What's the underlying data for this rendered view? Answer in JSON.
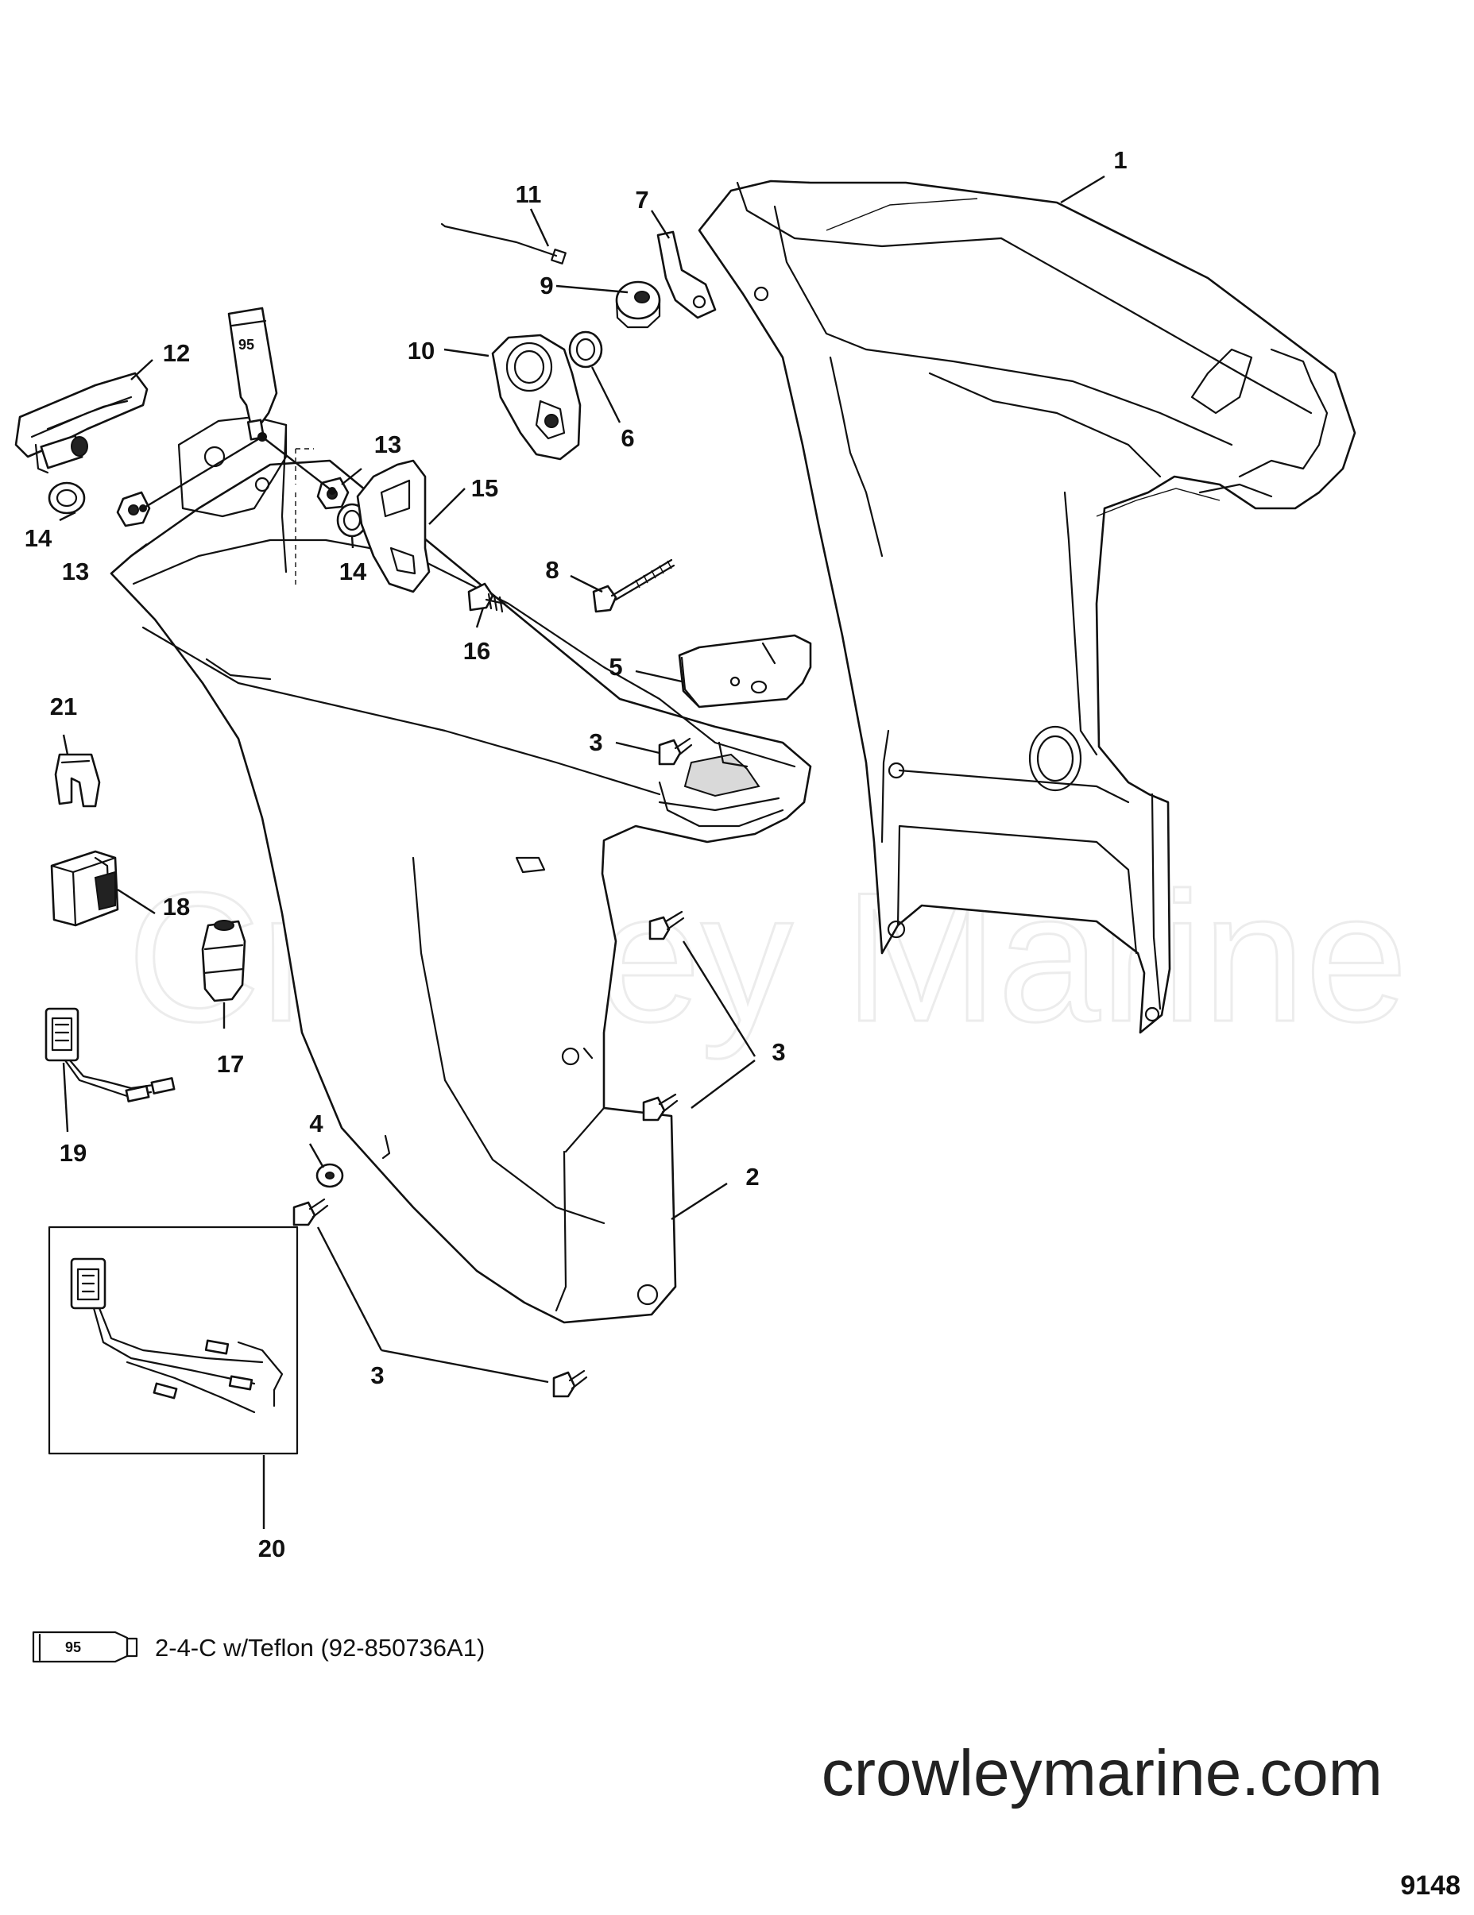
{
  "callouts": {
    "c1": "1",
    "c2": "2",
    "c3a": "3",
    "c3b": "3",
    "c3c": "3",
    "c4": "4",
    "c5": "5",
    "c6": "6",
    "c7": "7",
    "c8": "8",
    "c9": "9",
    "c10": "10",
    "c11": "11",
    "c12": "12",
    "c13a": "13",
    "c13b": "13",
    "c14a": "14",
    "c14b": "14",
    "c15": "15",
    "c16": "16",
    "c17": "17",
    "c18": "18",
    "c19": "19",
    "c20": "20",
    "c21": "21"
  },
  "tube_label": "95",
  "legend": {
    "code": "95",
    "text": "2-4-C w/Teflon (92-850736A1)"
  },
  "watermark": "Crowley Marine",
  "website": "crowleymarine.com",
  "diagram_ref": "9148"
}
